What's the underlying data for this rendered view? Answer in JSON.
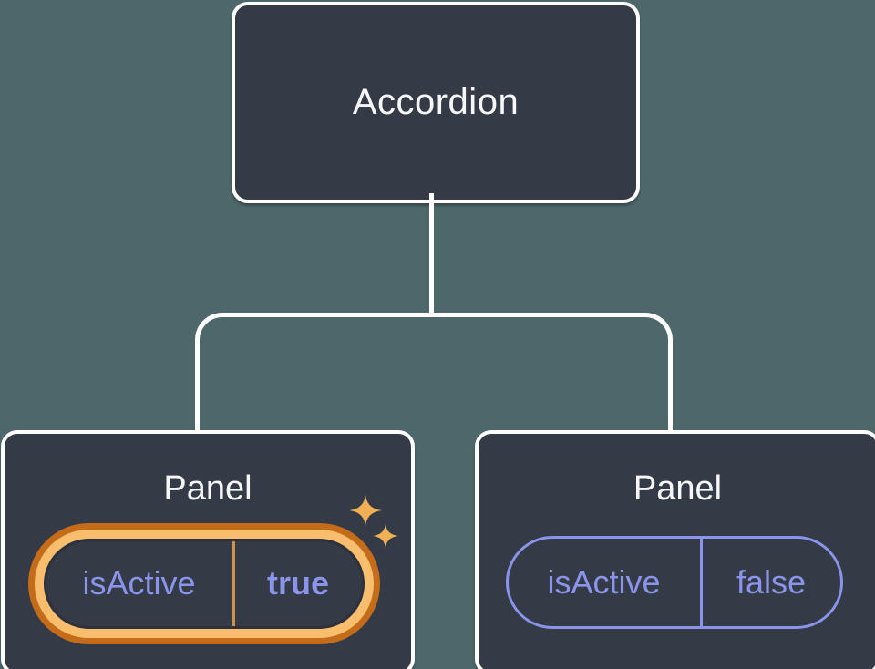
{
  "colors": {
    "background": "#4D676B",
    "card": "#343A46",
    "card_border": "#FFFFFF",
    "title_text": "#F6F7F9",
    "accent_purple": "#8A94EA",
    "highlight_ring_outer": "#C56C1A",
    "highlight_ring_inner": "#F8BE6D",
    "highlight_divider": "#CE9150",
    "pill_inner_line": "#2C313B",
    "sparkle": "#F2B055"
  },
  "icons": {
    "sparkles": "sparkles-icon"
  },
  "tree": {
    "root": {
      "label": "Accordion"
    },
    "children": [
      {
        "title": "Panel",
        "highlighted": true,
        "state": {
          "name": "isActive",
          "value": "true"
        }
      },
      {
        "title": "Panel",
        "highlighted": false,
        "state": {
          "name": "isActive",
          "value": "false"
        }
      }
    ]
  }
}
